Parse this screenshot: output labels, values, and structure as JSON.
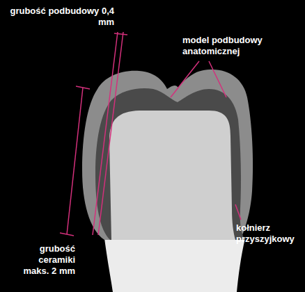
{
  "diagram": {
    "labels": [
      "grubość podbudowy 0,4 mm",
      "model podbudowy anatomicznej",
      "kołnierz przyszyjkowy",
      "grubość ceramiki maks. 2 mm"
    ]
  }
}
